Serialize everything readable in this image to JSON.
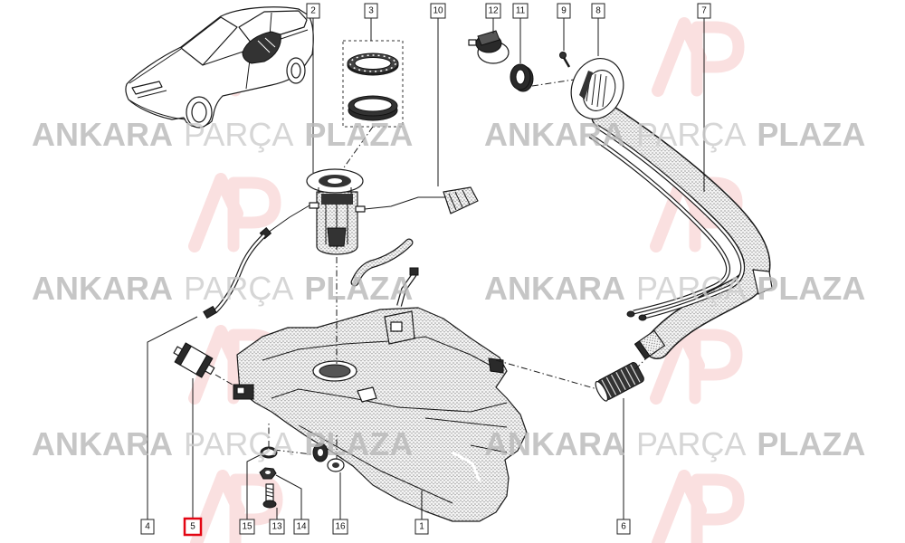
{
  "watermark": {
    "word_1": "ANKARA",
    "word_2": "PARÇA",
    "word_3": "PLAZA",
    "logo_letters": "AP"
  },
  "callouts": {
    "top": [
      {
        "label": "2"
      },
      {
        "label": "3"
      },
      {
        "label": "10"
      },
      {
        "label": "12"
      },
      {
        "label": "11"
      },
      {
        "label": "9"
      },
      {
        "label": "8"
      },
      {
        "label": "7"
      }
    ],
    "bottom": [
      {
        "label": "4"
      },
      {
        "label": "5",
        "highlighted": true
      },
      {
        "label": "15"
      },
      {
        "label": "13"
      },
      {
        "label": "14"
      },
      {
        "label": "16"
      },
      {
        "label": "1"
      },
      {
        "label": "6"
      }
    ]
  },
  "colors": {
    "highlight": "#e30613",
    "linework": "#1a1a1a",
    "watermark_text": "#b9b9b9",
    "watermark_logo": "#e24b4b"
  }
}
